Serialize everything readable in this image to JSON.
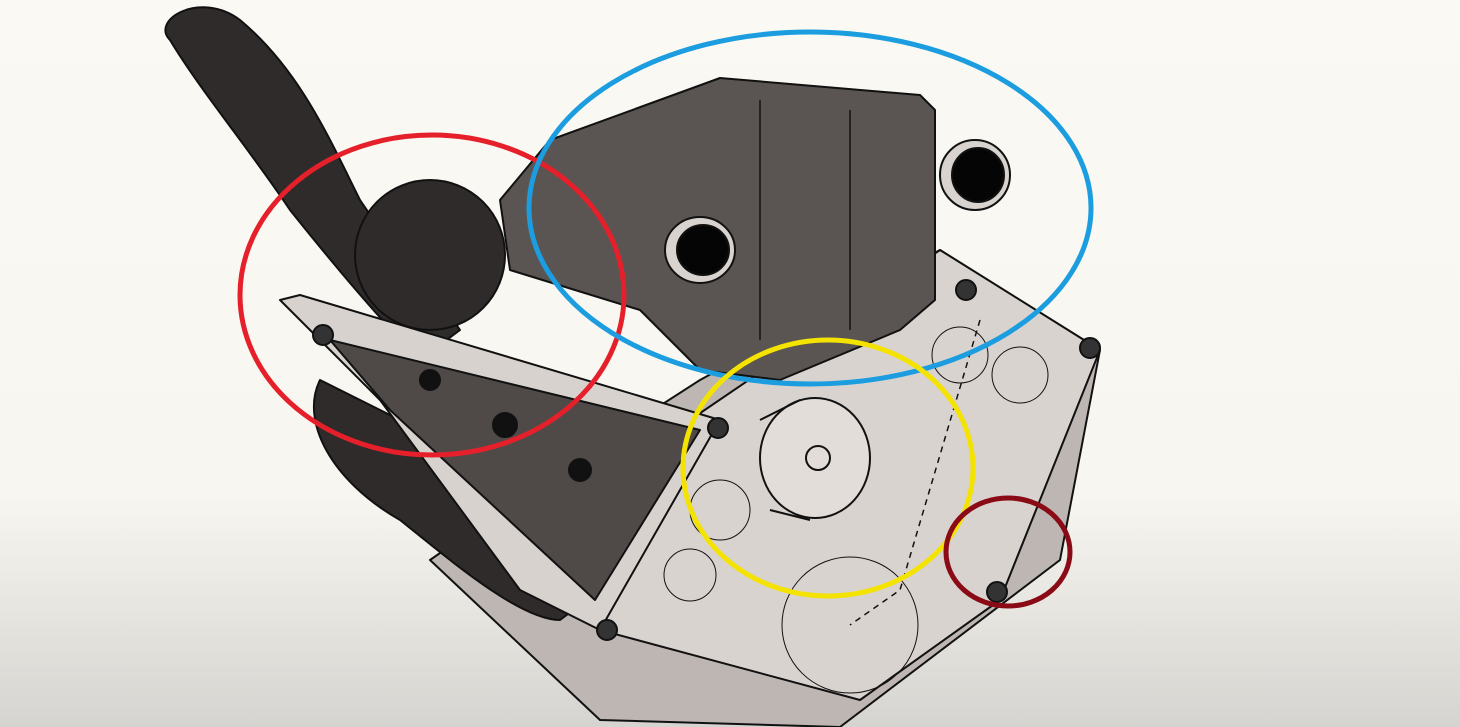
{
  "illustration": {
    "subject": "engine-illustration",
    "colors": {
      "background": "#fbf9f3",
      "background_bottom": "#d6d4d0",
      "hose": "#2e2b2a",
      "body_dark": "#4f4a48",
      "body_light": "#d9d3d0",
      "outline": "#111111"
    }
  },
  "annotations": [
    {
      "name": "red-highlight",
      "color": "#e5202a"
    },
    {
      "name": "blue-highlight",
      "color": "#1b9de0"
    },
    {
      "name": "yellow-highlight",
      "color": "#f4e300"
    },
    {
      "name": "darkred-highlight",
      "color": "#8a0b16"
    }
  ]
}
